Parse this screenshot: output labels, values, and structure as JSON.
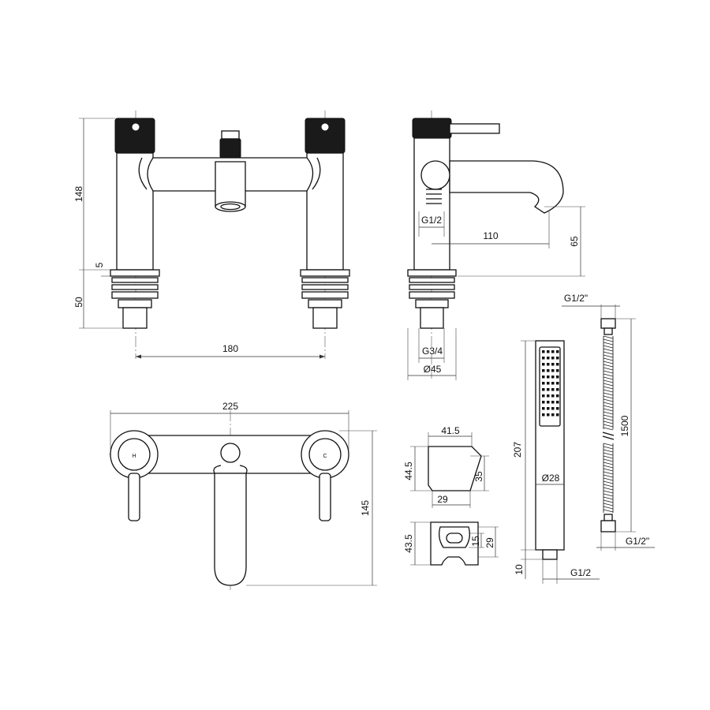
{
  "labels": {
    "front_height": "148",
    "front_gap": "5",
    "front_tail": "50",
    "front_centres": "180",
    "side_reach": "110",
    "side_spout_height": "65",
    "side_inlet": "G1/2",
    "side_thread": "G3/4",
    "side_base_dia": "Ø45",
    "plan_width": "225",
    "plan_depth": "145",
    "hot_mark": "H",
    "cold_mark": "C",
    "bracket_top_width": "41.5",
    "bracket_height": "44.5",
    "bracket_inner_height": "35",
    "bracket_bottom_width": "29",
    "holder_height": "43.5",
    "holder_slot": "15",
    "holder_width": "29",
    "handset_length": "207",
    "handset_dia": "Ø28",
    "handset_tail": "10",
    "handset_thread": "G1/2",
    "hose_top_thread": "G1/2\"",
    "hose_length": "1500",
    "hose_bottom_thread": "G1/2\""
  }
}
